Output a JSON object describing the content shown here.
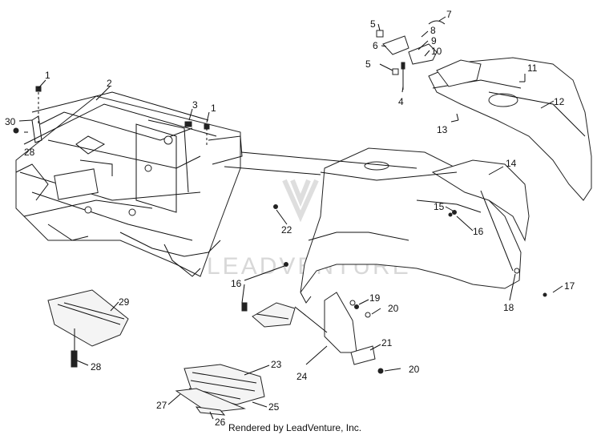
{
  "callouts": {
    "c1a": "1",
    "c1b": "1",
    "c2": "2",
    "c3": "3",
    "c4": "4",
    "c5a": "5",
    "c5b": "5",
    "c6": "6",
    "c7": "7",
    "c8": "8",
    "c9": "9",
    "c10": "10",
    "c11": "11",
    "c12": "12",
    "c13": "13",
    "c14": "14",
    "c15": "15",
    "c16a": "16",
    "c16b": "16",
    "c17": "17",
    "c18": "18",
    "c19": "19",
    "c20a": "20",
    "c20b": "20",
    "c21": "21",
    "c22": "22",
    "c23": "23",
    "c24": "24",
    "c25": "25",
    "c26": "26",
    "c27": "27",
    "c28a": "28",
    "c28b": "28",
    "c29": "29",
    "c30": "30"
  },
  "watermark": "LEADVENTURE",
  "footer": "Rendered by LeadVenture, Inc."
}
